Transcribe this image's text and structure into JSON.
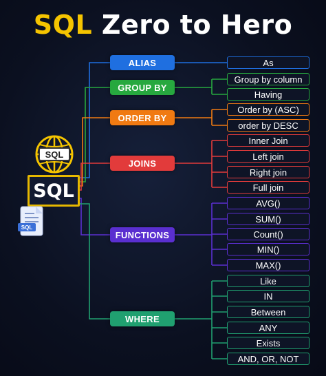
{
  "title": {
    "part1": "SQL",
    "part2": "Zero to Hero"
  },
  "center": {
    "label": "SQL",
    "globe_label": "SQL",
    "doc_label": "SQL"
  },
  "colors": {
    "alias": "#1f6fe0",
    "group_by": "#27a83f",
    "order_by": "#f07a12",
    "joins": "#e23b3b",
    "functions": "#5a2fd0",
    "where": "#20a070",
    "accent": "#f5c400"
  },
  "categories": [
    {
      "key": "alias",
      "label": "ALIAS",
      "items": [
        "As"
      ]
    },
    {
      "key": "group_by",
      "label": "GROUP BY",
      "items": [
        "Group by column",
        "Having"
      ]
    },
    {
      "key": "order_by",
      "label": "ORDER BY",
      "items": [
        "Order by (ASC)",
        "order by DESC"
      ]
    },
    {
      "key": "joins",
      "label": "JOINS",
      "items": [
        "Inner Join",
        "Left join",
        "Right join",
        "Full join"
      ]
    },
    {
      "key": "functions",
      "label": "FUNCTIONS",
      "items": [
        "AVG()",
        "SUM()",
        "Count()",
        "MIN()",
        "MAX()"
      ]
    },
    {
      "key": "where",
      "label": "WHERE",
      "items": [
        "Like",
        "IN",
        "Between",
        "ANY",
        "Exists",
        "AND, OR, NOT"
      ]
    }
  ]
}
